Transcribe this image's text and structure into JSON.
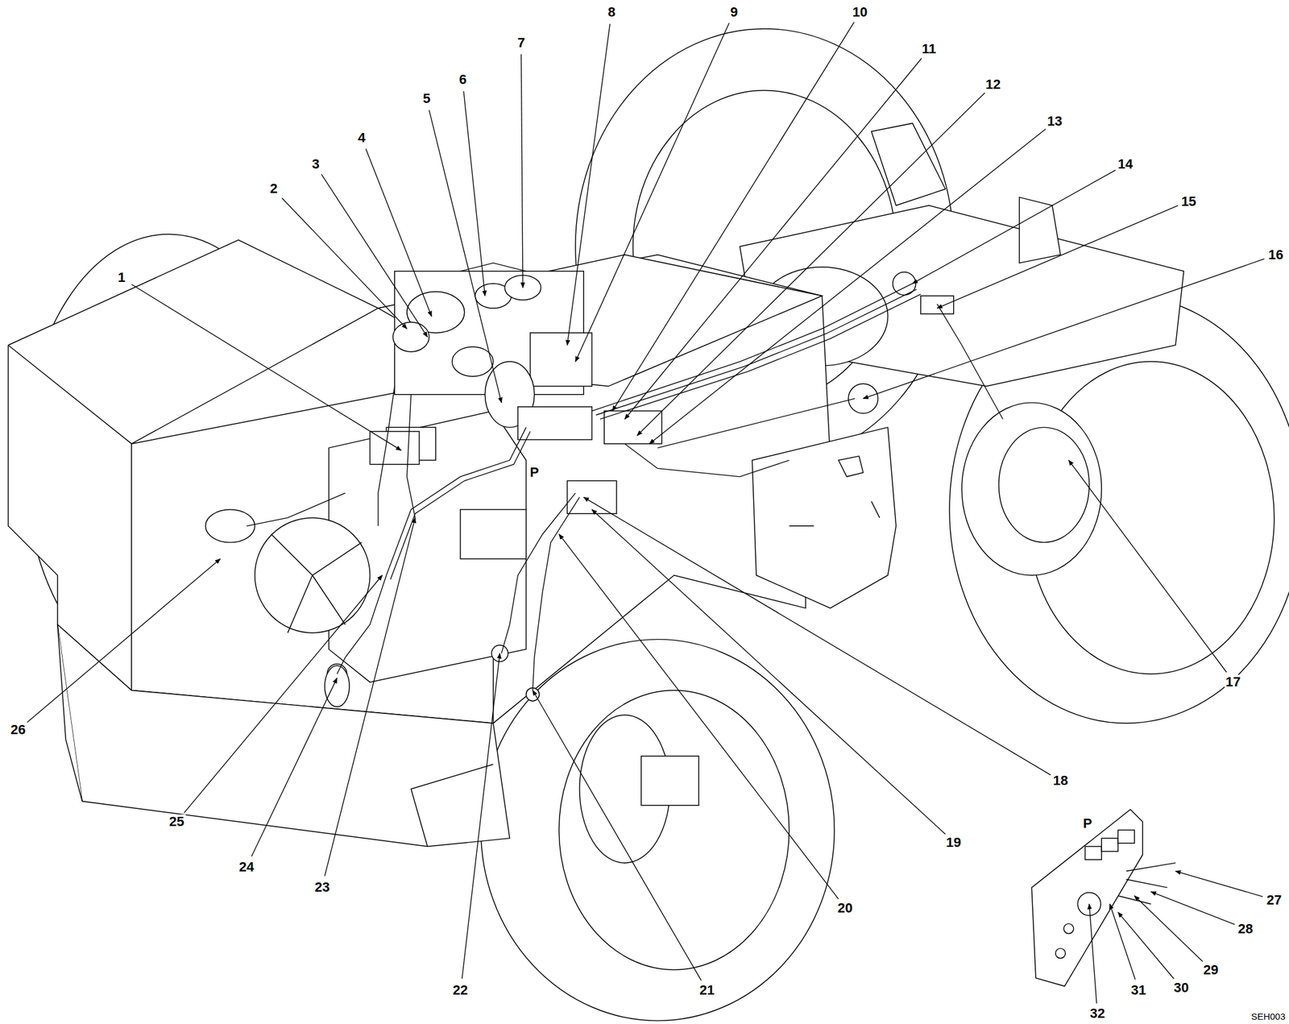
{
  "diagram": {
    "labels": [
      "1",
      "2",
      "3",
      "4",
      "5",
      "6",
      "7",
      "8",
      "9",
      "10",
      "11",
      "12",
      "13",
      "14",
      "15",
      "16",
      "17",
      "18",
      "19",
      "20",
      "21",
      "22",
      "23",
      "24",
      "25",
      "26",
      "27",
      "28",
      "29",
      "30",
      "31",
      "32",
      "P",
      "P",
      "SEH003"
    ]
  }
}
